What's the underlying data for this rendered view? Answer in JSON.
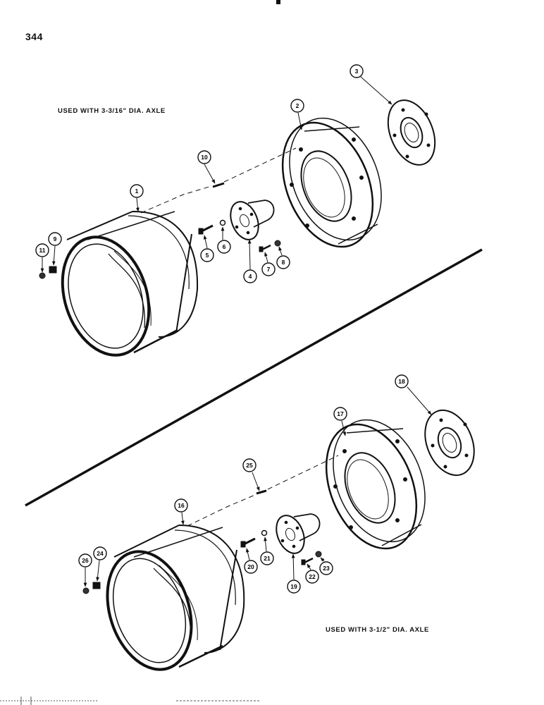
{
  "page": {
    "number": "344"
  },
  "captions": {
    "top": "USED WITH 3-3/16\" DIA. AXLE",
    "bottom": "USED WITH 3-1/2\" DIA. AXLE"
  },
  "callouts": {
    "c1": "1",
    "c2": "2",
    "c3": "3",
    "c4": "4",
    "c5": "5",
    "c6": "6",
    "c7": "7",
    "c8": "8",
    "c9": "9",
    "c10": "10",
    "c11": "11",
    "c16": "16",
    "c17": "17",
    "c18": "18",
    "c19": "19",
    "c20": "20",
    "c21": "21",
    "c22": "22",
    "c23": "23",
    "c24": "24",
    "c25": "25",
    "c26": "26"
  }
}
